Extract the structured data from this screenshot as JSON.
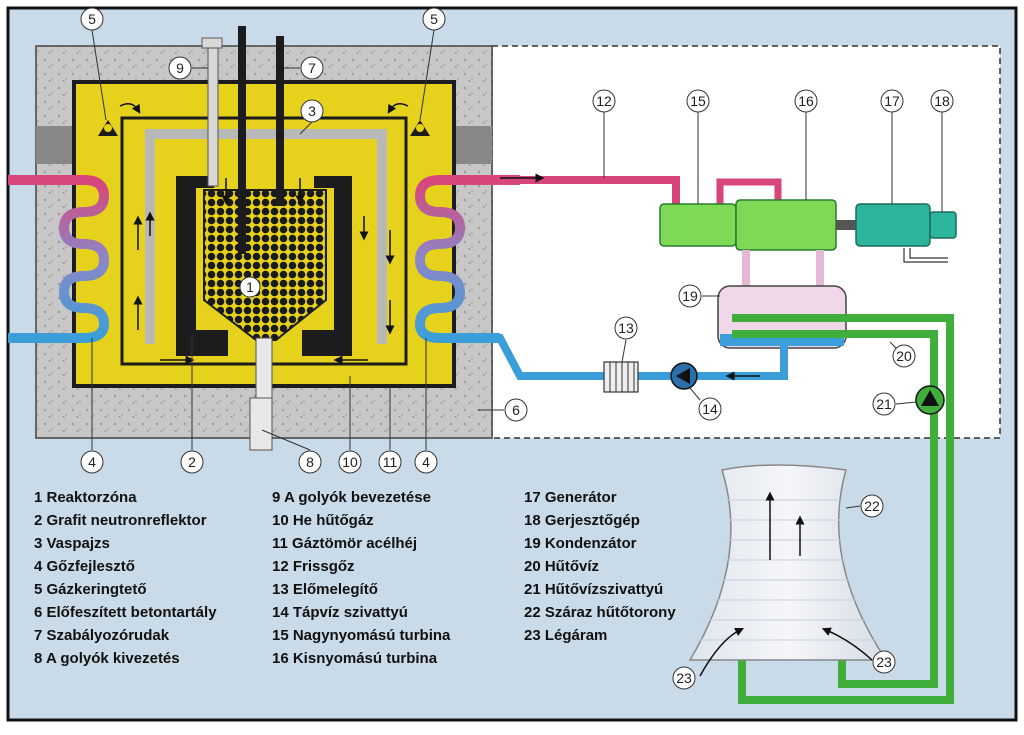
{
  "legend": {
    "col1": [
      "1 Reaktorzóna",
      "2 Grafit neutronreflektor",
      "3 Vaspajzs",
      "4 Gőzfejlesztő",
      "5 Gázkeringtető",
      "6 Előfeszített betontartály",
      "7 Szabályozórudak",
      "8 A golyók kivezetés"
    ],
    "col2": [
      "9  A golyók bevezetése",
      "10 He hűtőgáz",
      "11 Gáztömör acélhéj",
      "12 Frissgőz",
      "13 Előmelegítő",
      "14 Tápvíz szivattyú",
      "15 Nagynyomású turbina",
      "16 Kisnyomású turbina"
    ],
    "col3": [
      "17 Generátor",
      "18 Gerjesztőgép",
      "19 Kondenzátor",
      "20 Hűtővíz",
      "21 Hűtővízszivattyú",
      "22 Száraz hűtőtorony",
      "23 Légáram"
    ]
  },
  "callouts": [
    "1",
    "2",
    "3",
    "4",
    "4",
    "5",
    "5",
    "6",
    "7",
    "8",
    "9",
    "10",
    "11",
    "12",
    "13",
    "14",
    "15",
    "16",
    "17",
    "18",
    "19",
    "20",
    "21",
    "22",
    "23",
    "23"
  ],
  "colors": {
    "background": "#c9dbe8",
    "concrete": "#c4c4c4",
    "vessel": "#e6d21c",
    "graphite": "#1c1c1c",
    "steam": "#d8457a",
    "feedwater": "#3a9fd8",
    "coolingwater": "#3fae3b",
    "turbine": "#7ed957"
  }
}
